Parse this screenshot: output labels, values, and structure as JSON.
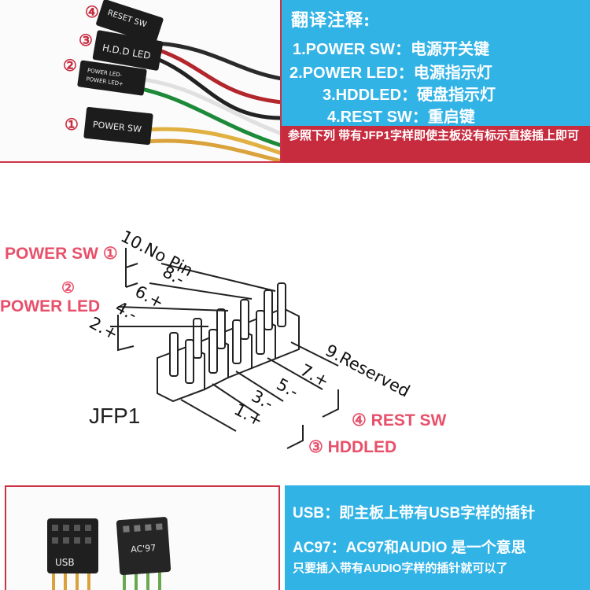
{
  "legend": {
    "title": "翻译注释:",
    "rows": [
      {
        "term": "1.POWER SW",
        "meaning": "电源开关键"
      },
      {
        "term": "2.POWER LED",
        "meaning": "电源指示灯"
      },
      {
        "term": "3.HDDLED",
        "meaning": "硬盘指示灯"
      },
      {
        "term": "4.REST SW",
        "meaning": "重启键"
      }
    ],
    "note": "参照下列 带有JFP1字样即使主板没有标示直接插上即可"
  },
  "photo_top": {
    "markers": [
      "④",
      "③",
      "②",
      "①"
    ],
    "connectors": [
      "RESET SW",
      "H.D.D LED",
      "POWER LED-",
      "POWER LED+",
      "POWER SW"
    ]
  },
  "diagram": {
    "header_name": "JFP1",
    "pins_top": [
      "10.No Pin",
      "8.-",
      "6.+",
      "4.-",
      "2.+"
    ],
    "pins_bottom": [
      "9.Reserved",
      "7.+",
      "5.-",
      "3.-",
      "1.+"
    ],
    "labels": {
      "power_sw": "POWER SW ①",
      "power_led_marker": "②",
      "power_led": "POWER LED",
      "rest_sw": "④ REST SW",
      "hddled": "③ HDDLED"
    }
  },
  "bottom": {
    "usb_line": "USB：即主板上带有USB字样的插针",
    "ac97_line": "AC97：AC97和AUDIO 是一个意思",
    "audio_line": "只要插入带有AUDIO字样的插针就可以了",
    "usb_header_label": "USB",
    "ac97_header_label": "AC'97"
  },
  "colors": {
    "accent_blue": "#31b3e6",
    "accent_red": "#c62b3e",
    "label_pink": "#e8506a"
  }
}
